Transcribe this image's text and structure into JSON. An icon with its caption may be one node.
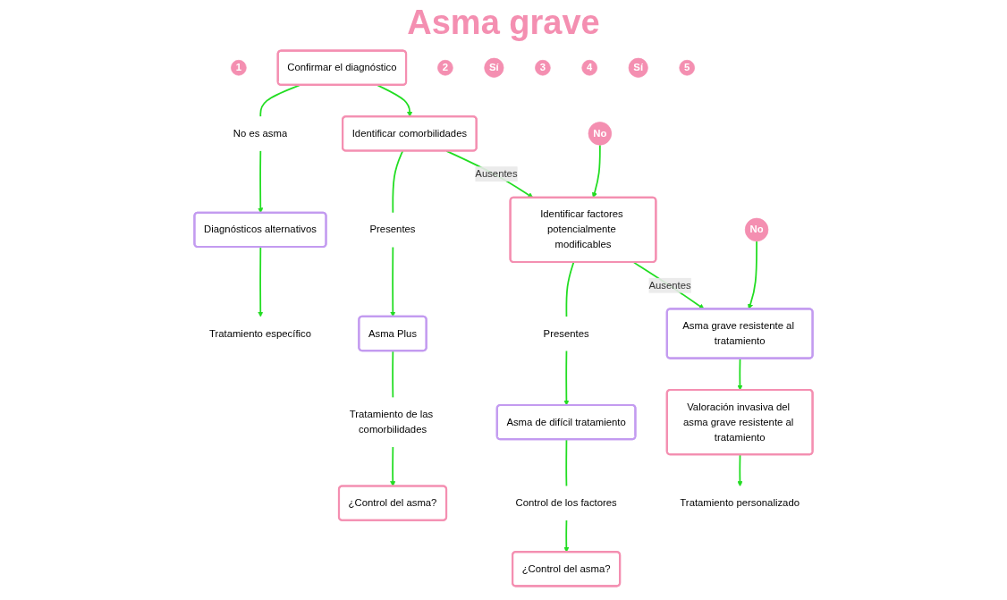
{
  "diagram": {
    "title": "Asma grave",
    "nodes": [
      {
        "text": [
          "1"
        ]
      },
      {
        "text": [
          "Confirmar el diagnóstico"
        ]
      },
      {
        "text": [
          "No es asma"
        ]
      },
      {
        "text": [
          "Diagnósticos alternativos"
        ]
      },
      {
        "text": [
          "Tratamiento específico"
        ]
      },
      {
        "text": [
          "2"
        ]
      },
      {
        "text": [
          "Identificar comorbilidades"
        ]
      },
      {
        "text": [
          "Presentes"
        ]
      },
      {
        "text": [
          "Asma Plus"
        ]
      },
      {
        "text": [
          "Tratamiento de las comorbilidades"
        ]
      },
      {
        "text": [
          "¿Control del asma?"
        ]
      },
      {
        "text": [
          "Sí"
        ]
      },
      {
        "text": [
          "No"
        ]
      },
      {
        "text": [
          "3"
        ]
      },
      {
        "text": [
          "Identificar factores potencialmente modificables"
        ]
      },
      {
        "text": [
          "4"
        ]
      },
      {
        "text": [
          "Presentes"
        ]
      },
      {
        "text": [
          "Asma de difícil tratamiento"
        ]
      },
      {
        "text": [
          "Control de los factores"
        ]
      },
      {
        "text": [
          "¿Control del asma?"
        ]
      },
      {
        "text": [
          "Sí"
        ]
      },
      {
        "text": [
          "No"
        ]
      },
      {
        "text": [
          "Asma grave resistente al tratamiento"
        ]
      },
      {
        "text": [
          "5"
        ]
      },
      {
        "text": [
          "Valoración invasiva del asma grave resistente al tratamiento"
        ]
      },
      {
        "text": [
          "Tratamiento personalizado"
        ]
      }
    ],
    "edges": [
      {
        "from": 1,
        "to": 2,
        "arrow": "none"
      },
      {
        "from": 2,
        "to": 3,
        "arrow": "to"
      },
      {
        "from": 3,
        "to": 4,
        "arrow": "to"
      },
      {
        "from": 1,
        "to": 6,
        "arrow": "to"
      },
      {
        "from": 6,
        "to": 7,
        "arrow": "none"
      },
      {
        "from": 7,
        "to": 8,
        "arrow": "to"
      },
      {
        "from": 8,
        "to": 9,
        "arrow": "none"
      },
      {
        "from": 9,
        "to": 10,
        "arrow": "to"
      },
      {
        "from": 6,
        "to": 14,
        "arrow": "to",
        "label": "Ausentes"
      },
      {
        "from": 12,
        "to": 14,
        "arrow": "to"
      },
      {
        "from": 14,
        "to": 16,
        "arrow": "none"
      },
      {
        "from": 16,
        "to": 17,
        "arrow": "to"
      },
      {
        "from": 17,
        "to": 18,
        "arrow": "none"
      },
      {
        "from": 18,
        "to": 19,
        "arrow": "to"
      },
      {
        "from": 14,
        "to": 22,
        "arrow": "to",
        "label": "Ausentes"
      },
      {
        "from": 21,
        "to": 22,
        "arrow": "to"
      },
      {
        "from": 22,
        "to": 24,
        "arrow": "to"
      },
      {
        "from": 24,
        "to": 25,
        "arrow": "to"
      }
    ]
  }
}
